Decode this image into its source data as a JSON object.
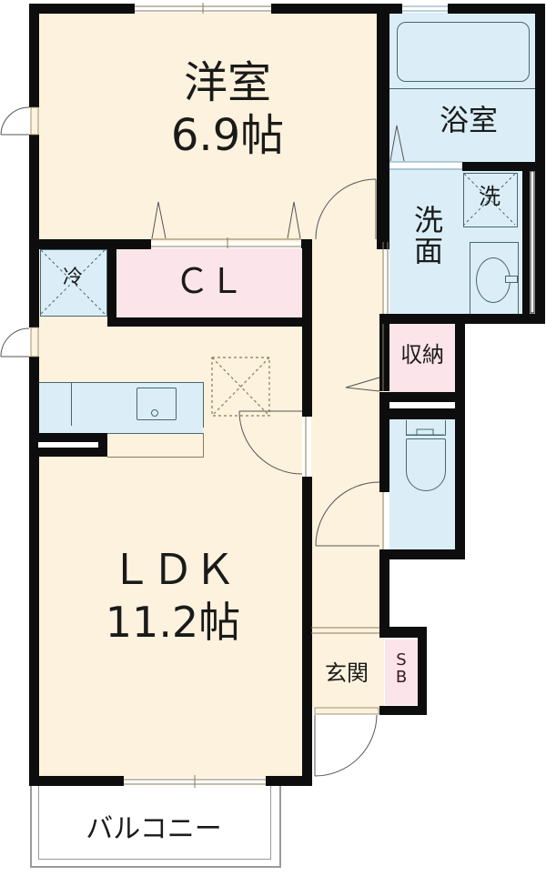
{
  "floorplan": {
    "colors": {
      "floor_beige": "#fdf2dd",
      "wet_blue": "#dbeef8",
      "storage_pink": "#fbe4ea",
      "wall": "#0d0d0d",
      "line": "#4a6670"
    },
    "rooms": {
      "western_room": {
        "name": "洋室",
        "size": "6.9帖"
      },
      "closet": {
        "name": "ＣＬ"
      },
      "ldk": {
        "name": "ＬＤＫ",
        "size": "11.2帖"
      },
      "bathroom": {
        "name": "浴室"
      },
      "washroom": {
        "name": "洗\n面"
      },
      "washer_space": {
        "name": "洗"
      },
      "fridge_space": {
        "name": "冷"
      },
      "storage": {
        "name": "収納"
      },
      "entrance": {
        "name": "玄関"
      },
      "shoe_box": {
        "name": "S\nB"
      },
      "balcony": {
        "name": "バルコニー"
      }
    },
    "fixtures": [
      "bathtub",
      "washbasin",
      "kitchen-sink",
      "toilet",
      "washing-machine-space",
      "fridge-space"
    ]
  }
}
